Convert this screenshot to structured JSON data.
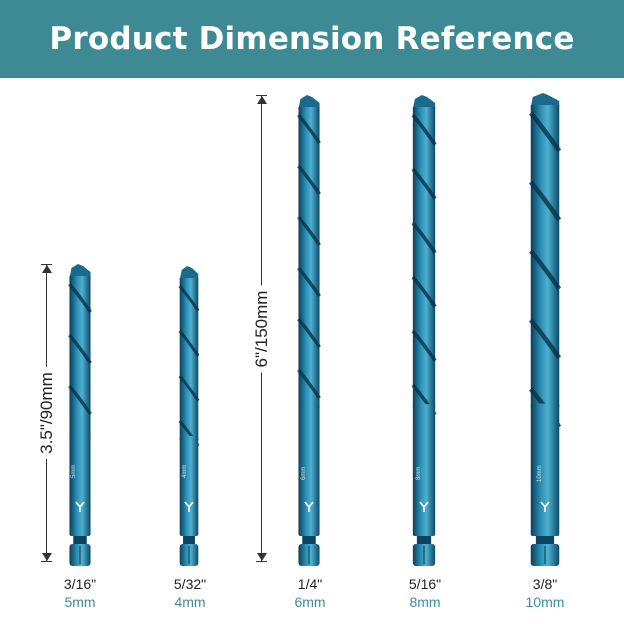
{
  "title": "Product Dimension Reference",
  "colors": {
    "banner": "#3e8a94",
    "metric_text": "#3d8d98",
    "bit_blue": "#1e6f96"
  },
  "dimension_labels": {
    "short": "3.5\"/90mm",
    "long": "6\"/150mm"
  },
  "bits": [
    {
      "imperial": "3/16\"",
      "metric": "5mm",
      "shank_text": "5mm"
    },
    {
      "imperial": "5/32\"",
      "metric": "4mm",
      "shank_text": "4mm"
    },
    {
      "imperial": "1/4\"",
      "metric": "6mm",
      "shank_text": "6mm"
    },
    {
      "imperial": "5/16\"",
      "metric": "8mm",
      "shank_text": "8mm"
    },
    {
      "imperial": "3/8\"",
      "metric": "10mm",
      "shank_text": "10mm"
    }
  ]
}
